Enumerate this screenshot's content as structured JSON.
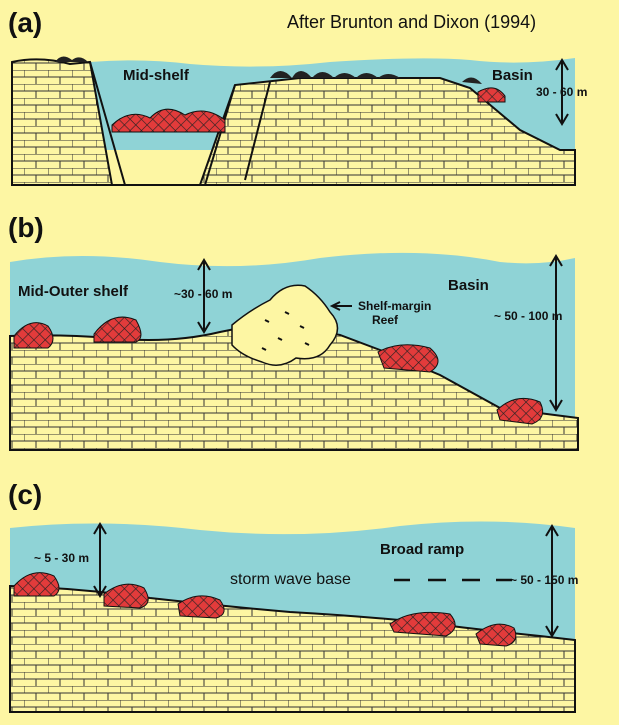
{
  "credit": "After Brunton and Dixon (1994)",
  "panels": {
    "a": {
      "label": "(a)",
      "mid_shelf": "Mid-shelf",
      "basin": "Basin",
      "depth": "30 - 60 m"
    },
    "b": {
      "label": "(b)",
      "mid_outer_shelf": "Mid-Outer shelf",
      "depth_shelf": "~30 - 60 m",
      "basin": "Basin",
      "reef_line1": "Shelf-margin",
      "reef_line2": "Reef",
      "depth_basin": "~ 50 - 100 m"
    },
    "c": {
      "label": "(c)",
      "depth_shallow": "~ 5 - 30 m",
      "broad_ramp": "Broad ramp",
      "storm_wave_base": "storm wave base",
      "depth_deep": "~ 50 - 150 m"
    }
  },
  "colors": {
    "background": "#fdf6a3",
    "water": "#8fd3d6",
    "limestone": "#fdf6a3",
    "mound": "#e23b3b",
    "dark_mound": "#222222",
    "reef": "#fdf6a3"
  }
}
